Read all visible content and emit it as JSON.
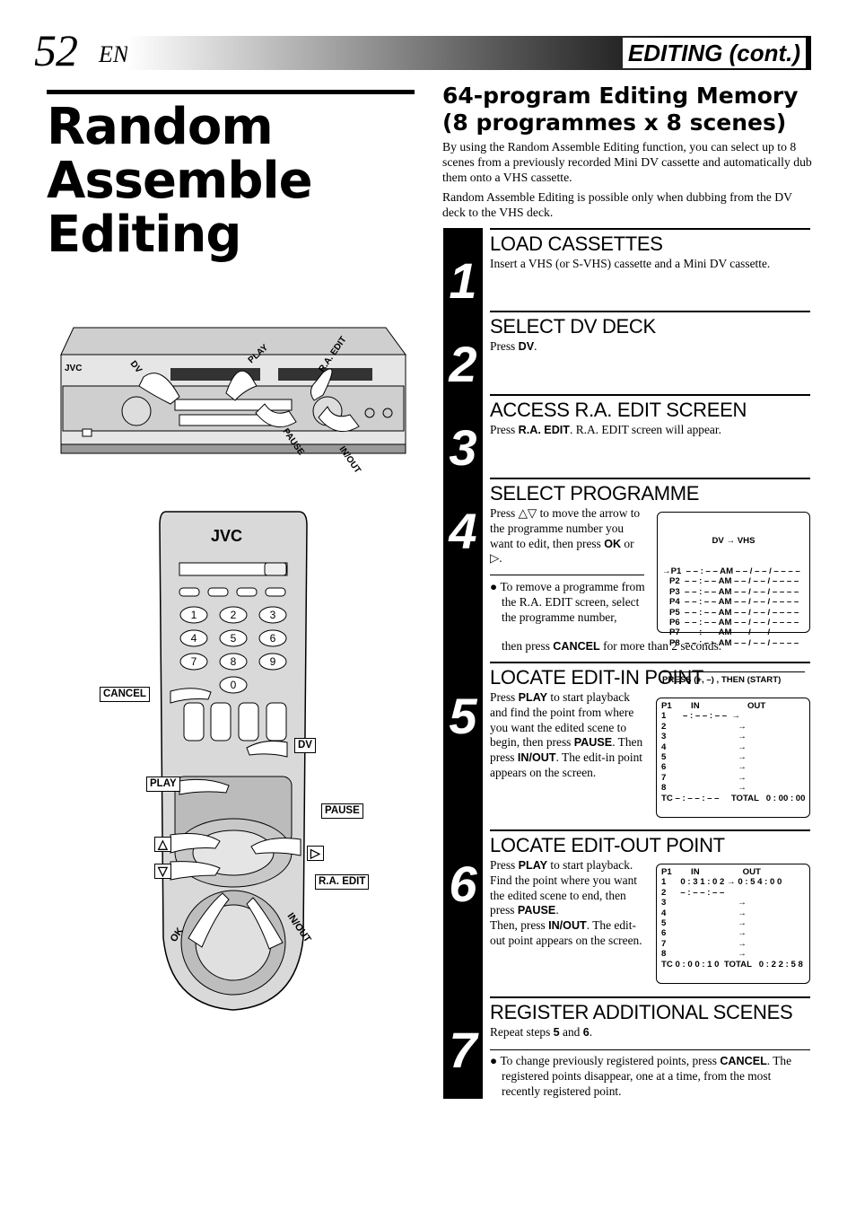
{
  "header": {
    "page_number": "52",
    "lang": "EN",
    "section": "EDITING (cont.)"
  },
  "title": "Random Assemble Editing",
  "subtitle": "64-program Editing Memory (8 programmes x 8 scenes)",
  "intro": [
    "By using the Random Assemble Editing function, you can select up to 8 scenes from a previously recorded Mini DV cassette and automatically dub them onto a VHS cassette.",
    "Random Assemble Editing is possible only when dubbing from the DV deck to the VHS deck."
  ],
  "deck_labels": {
    "dv": "DV",
    "play": "PLAY",
    "ra_edit": "R.A. EDIT",
    "pause": "PAUSE",
    "in_out": "IN/OUT"
  },
  "remote_labels": {
    "brand": "JVC",
    "cancel": "CANCEL",
    "dv": "DV",
    "play": "PLAY",
    "pause": "PAUSE",
    "ra_edit": "R.A. EDIT",
    "ok": "OK",
    "in_out": "IN/OUT",
    "up": "△",
    "down": "▽",
    "right": "▷"
  },
  "keys": [
    "1",
    "2",
    "3",
    "4",
    "5",
    "6",
    "7",
    "8",
    "9",
    "0"
  ],
  "steps": [
    {
      "n": "1",
      "title": "LOAD CASSETTES",
      "text": "Insert a VHS (or S-VHS) cassette and a Mini DV cassette."
    },
    {
      "n": "2",
      "title": "SELECT DV DECK",
      "pre": "Press ",
      "bold": "DV",
      "post": "."
    },
    {
      "n": "3",
      "title": "ACCESS R.A. EDIT SCREEN",
      "pre": "Press ",
      "bold": "R.A. EDIT",
      "post": ". R.A. EDIT screen will appear."
    },
    {
      "n": "4",
      "title": "SELECT PROGRAMME"
    },
    {
      "n": "5",
      "title": "LOCATE EDIT-IN POINT"
    },
    {
      "n": "6",
      "title": "LOCATE EDIT-OUT POINT"
    },
    {
      "n": "7",
      "title": "REGISTER ADDITIONAL SCENES"
    }
  ],
  "step4": {
    "t1": "Press △▽ to move the arrow to the programme number you want to edit, then press ",
    "b1": "OK",
    "t2": " or ▷.",
    "note1": "To remove a programme from the R.A. EDIT screen, select the programme number,",
    "note2": "then press ",
    "note_b": "CANCEL",
    "note3": " for more than 2 seconds.",
    "screen_head": "DV → VHS",
    "rows": [
      "→P1  – – : – – AM – – / – – / – – – –",
      "   P2  – – : – – AM – – / – – / – – – –",
      "   P3  – – : – – AM – – / – – / – – – –",
      "   P4  – – : – – AM – – / – – / – – – –",
      "   P5  – – : – – AM – – / – – / – – – –",
      "   P6  – – : – – AM – – / – – / – – – –",
      "   P7  – – : – – AM – – / – – / – – – –",
      "   P8  – – : – – AM – – / – – / – – – –"
    ],
    "screen_foot": "PRESS (+, –) , THEN (START)"
  },
  "step5": {
    "parts": [
      [
        "Press ",
        ""
      ],
      [
        "PLAY",
        "b"
      ],
      [
        " to start playback and find the point from where you want the edited scene to begin, then press ",
        ""
      ],
      [
        "PAUSE",
        "b"
      ],
      [
        ". Then press ",
        ""
      ],
      [
        "IN/OUT",
        "b"
      ],
      [
        ". The edit-in point appears on the screen.",
        ""
      ]
    ],
    "screen": "P1        IN                    OUT\n1       – : – – : – –  →\n2                              →\n3                              →\n4                              →\n5                              →\n6                              →\n7                              →\n8                              →\nTC – : – – : – –     TOTAL   0 : 00 : 00"
  },
  "step6": {
    "parts": [
      [
        "Press ",
        ""
      ],
      [
        "PLAY",
        "b"
      ],
      [
        " to start playback. Find the point where you want the edited scene to end, then press ",
        ""
      ],
      [
        "PAUSE",
        "b"
      ],
      [
        ".",
        ""
      ],
      [
        "\n",
        ""
      ],
      [
        "Then, press ",
        ""
      ],
      [
        "IN/OUT",
        "b"
      ],
      [
        ". The edit-out point appears on the screen.",
        ""
      ]
    ],
    "screen": "P1        IN                  OUT\n1      0 : 3 1 : 0 2 → 0 : 5 4 : 0 0\n2      – : – – : – –\n3                              →\n4                              →\n5                              →\n6                              →\n7                              →\n8                              →\nTC 0 : 0 0 : 1 0  TOTAL   0 : 2 2 : 5 8"
  },
  "step7": {
    "t1": "Repeat steps ",
    "b1": "5",
    "t2": " and ",
    "b2": "6",
    "t3": ".",
    "note1": "To change previously registered points, press ",
    "note_b": "CANCEL",
    "note2": ". The registered points disappear, one at a time, from the most recently registered point."
  }
}
